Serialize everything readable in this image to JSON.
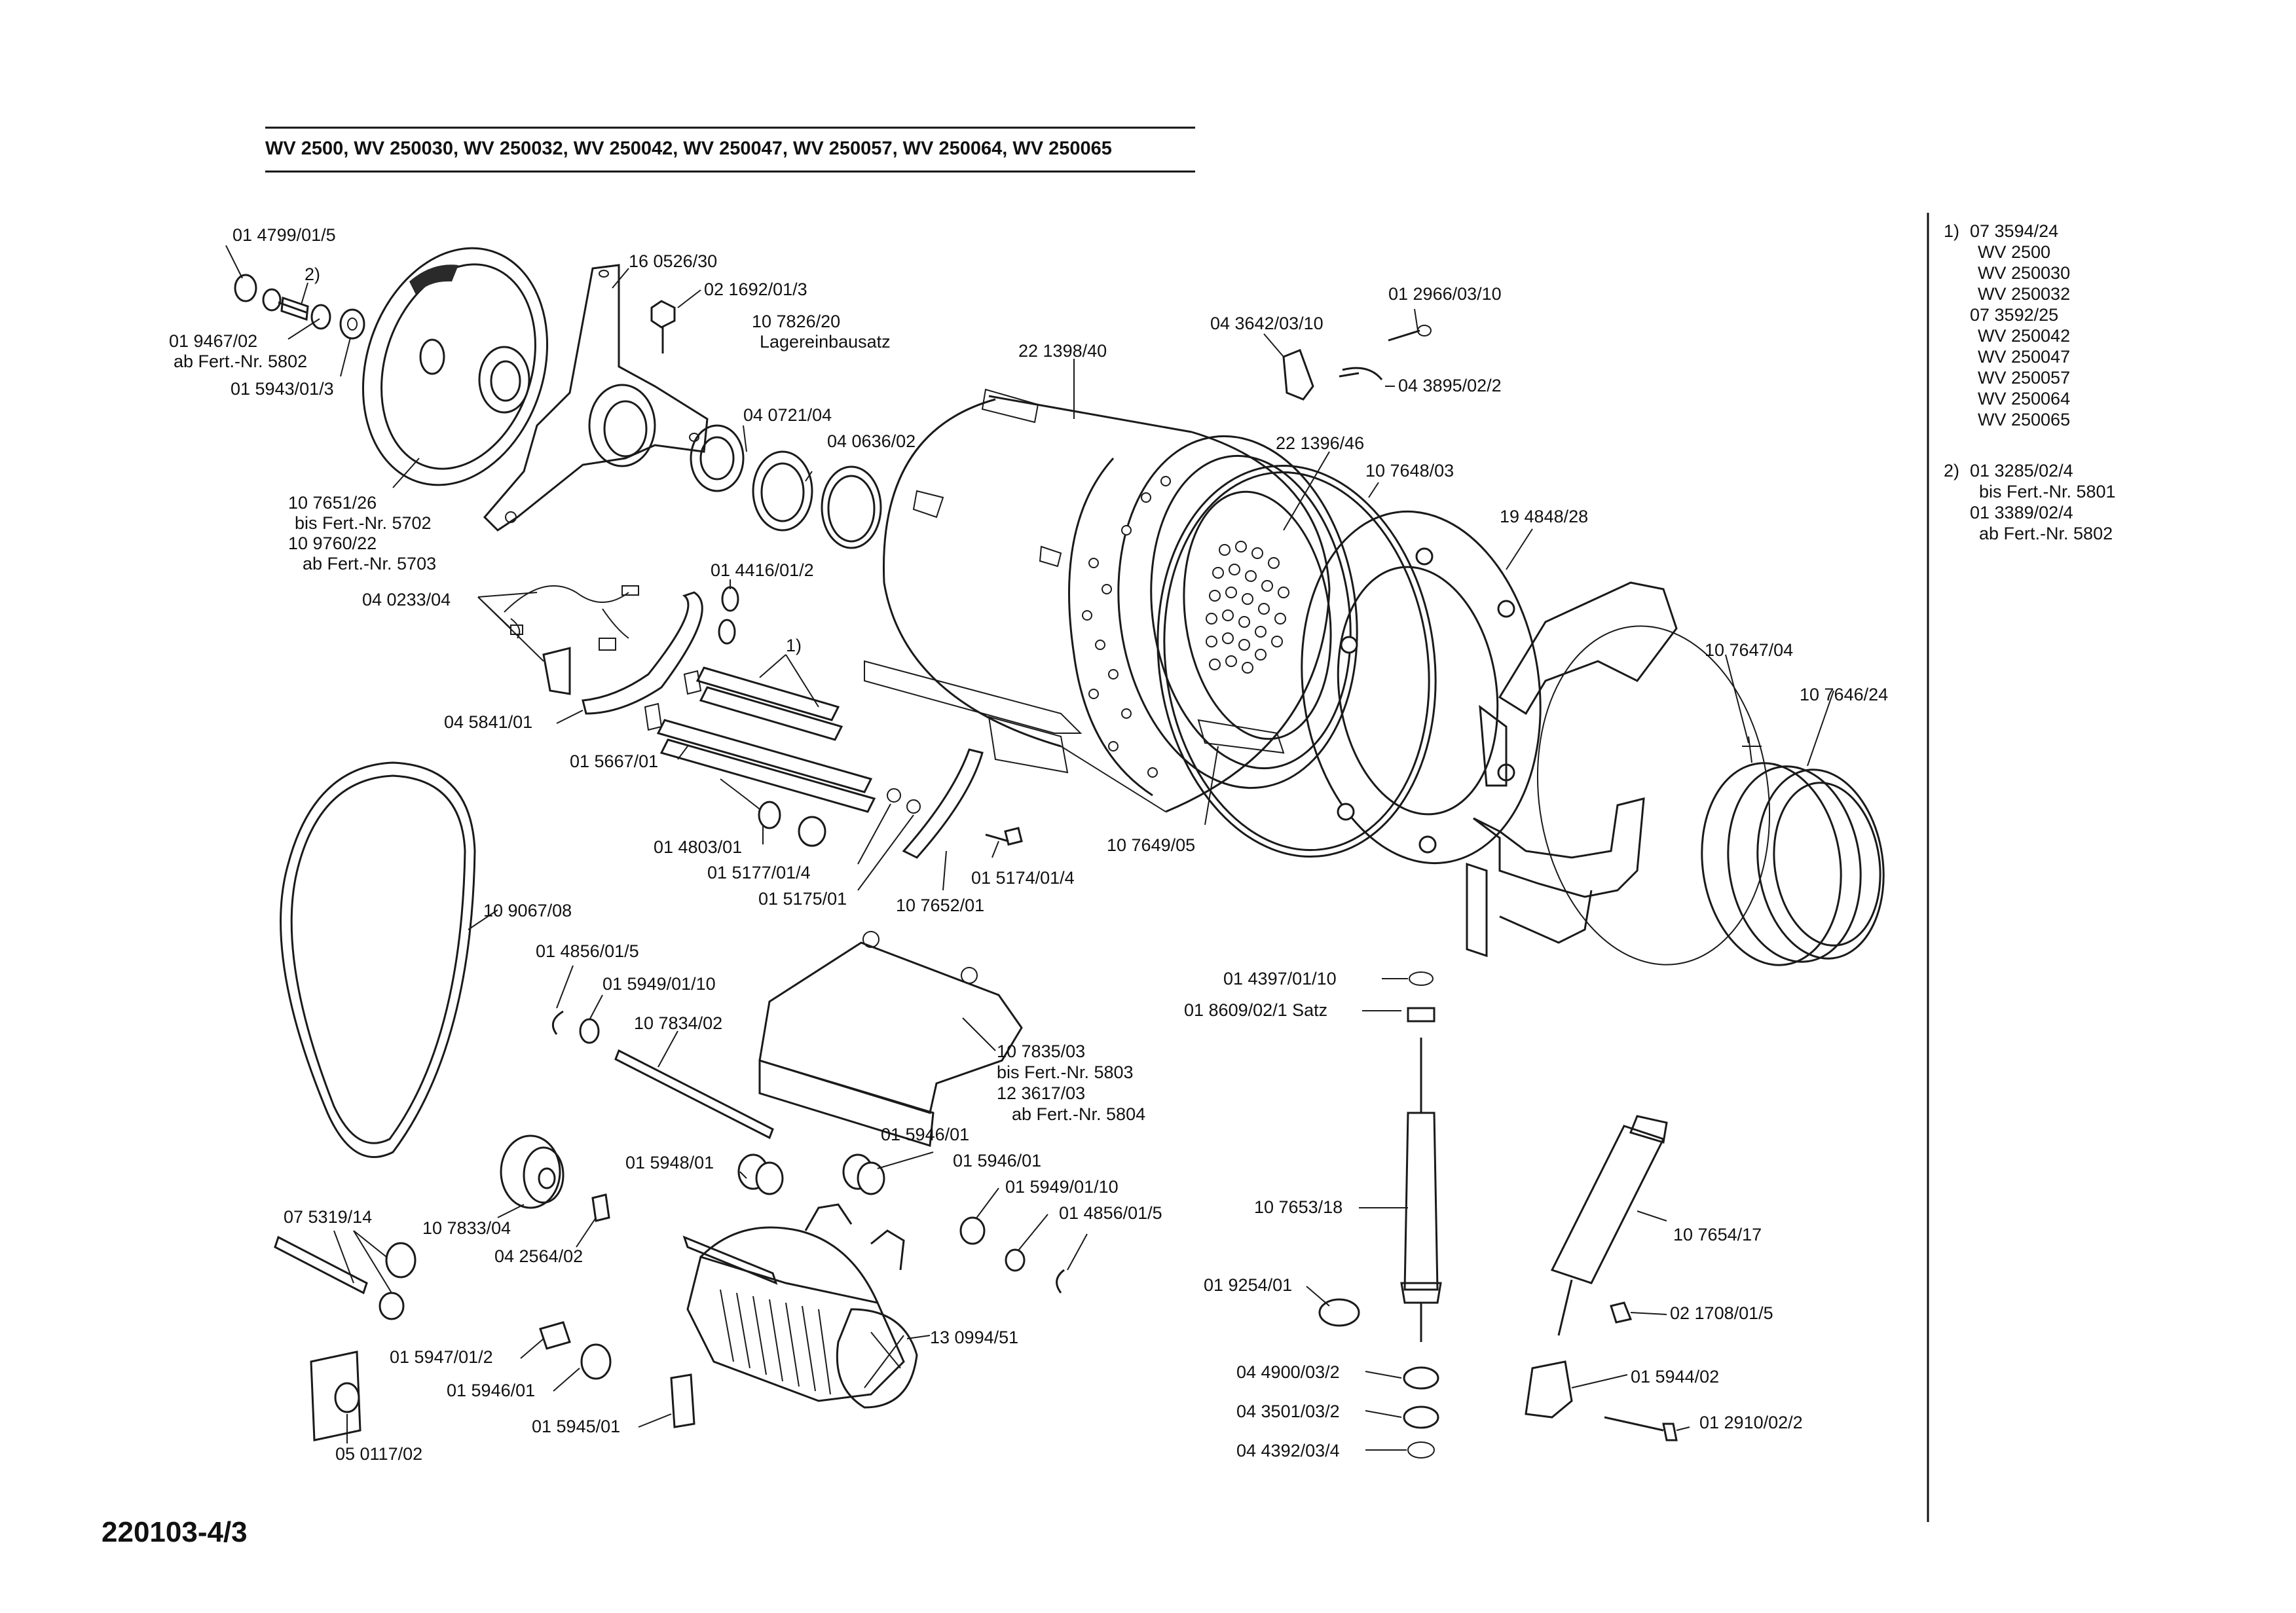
{
  "header": "WV 2500, WV 250030, WV 250032, WV 250042, WV 250047, WV 250057, WV 250064, WV 250065",
  "footer": "220103-4/3",
  "labels": {
    "l01": "01 4799/01/5",
    "l02": "2)",
    "l03": "01 9467/02",
    "l04": "ab Fert.-Nr. 5802",
    "l05": "01 5943/01/3",
    "l06": "16 0526/30",
    "l07": "02 1692/01/3",
    "l08": "10 7826/20",
    "l09": "Lagereinbausatz",
    "l10": "10 7651/26",
    "l11": "bis Fert.-Nr. 5702",
    "l12": "10 9760/22",
    "l13": "ab Fert.-Nr. 5703",
    "l14": "04 0721/04",
    "l15": "04 0636/02",
    "l16": "22 1398/40",
    "l17": "04 3642/03/10",
    "l18": "01 2966/03/10",
    "l19": "04 3895/02/2",
    "l20": "22 1396/46",
    "l21": "10 7648/03",
    "l22": "19 4848/28",
    "l23": "04 0233/04",
    "l24": "01 4416/01/2",
    "l25": "1)",
    "l26": "04 5841/01",
    "l27": "01 5667/01",
    "l28": "01 4803/01",
    "l29": "01 5177/01/4",
    "l30": "01 5175/01",
    "l31": "01 5174/01/4",
    "l32": "10 7652/01",
    "l33": "10 7649/05",
    "l34": "10 7647/04",
    "l35": "10 7646/24",
    "l36": "10 9067/08",
    "l37": "01 4856/01/5",
    "l38": "01 5949/01/10",
    "l39": "10 7834/02",
    "l40": "10 7835/03",
    "l41": "bis Fert.-Nr. 5803",
    "l42": "12 3617/03",
    "l43": "ab Fert.-Nr. 5804",
    "l44": "01 4397/01/10",
    "l45": "01 8609/02/1 Satz",
    "l46": "01 5946/01",
    "l47": "01 5948/01",
    "l48": "01 5946/01",
    "l49": "01 5949/01/10",
    "l50": "01 4856/01/5",
    "l51": "07 5319/14",
    "l52": "10 7833/04",
    "l53": "04 2564/02",
    "l54": "10 7653/18",
    "l55": "10 7654/17",
    "l56": "01 9254/01",
    "l57": "02 1708/01/5",
    "l58": "13 0994/51",
    "l59": "01 5947/01/2",
    "l60": "01 5946/01",
    "l61": "01 5945/01",
    "l62": "05 0117/02",
    "l63": "04 4900/03/2",
    "l64": "04 3501/03/2",
    "l65": "04 4392/03/4",
    "l66": "01 5944/02",
    "l67": "01 2910/02/2"
  },
  "notes": {
    "n1": [
      "1)",
      "07 3594/24",
      "WV 2500",
      "WV 250030",
      "WV 250032",
      "07 3592/25",
      "WV 250042",
      "WV 250047",
      "WV 250057",
      "WV 250064",
      "WV 250065"
    ],
    "n2": [
      "2)",
      "01 3285/02/4",
      "bis Fert.-Nr. 5801",
      "01 3389/02/4",
      "ab Fert.-Nr. 5802"
    ]
  }
}
